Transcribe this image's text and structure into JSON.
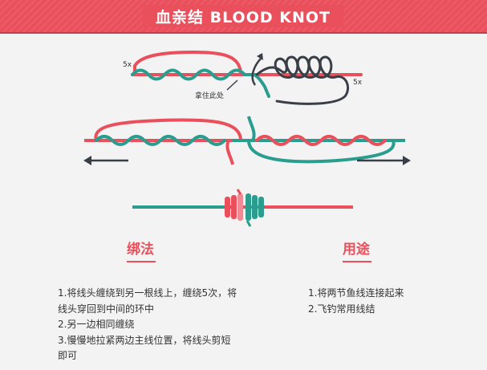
{
  "header": {
    "title": "血亲结 BLOOD KNOT"
  },
  "diagram": {
    "wraps_left_label": "5x",
    "wraps_right_label": "5x",
    "hold_label": "拿住此处",
    "colors": {
      "red_line": "#e9505c",
      "teal_line": "#2a9d8f",
      "dark_line": "#3a3f47",
      "accent": "#e9505c"
    },
    "icons": [
      "arrow-left-icon",
      "arrow-right-icon",
      "curved-arrow-icon"
    ]
  },
  "method": {
    "title": "绑法",
    "steps": [
      "1.将线头缠绕到另一根线上，缠绕5次，将",
      "线头穿回到中间的环中",
      "2.另一边相同缠绕",
      "3.慢慢地拉紧两边主线位置，将线头剪短",
      "即可"
    ]
  },
  "usage": {
    "title": "用途",
    "steps": [
      "1.将两节鱼线连接起来",
      "2.飞钓常用线结"
    ]
  }
}
